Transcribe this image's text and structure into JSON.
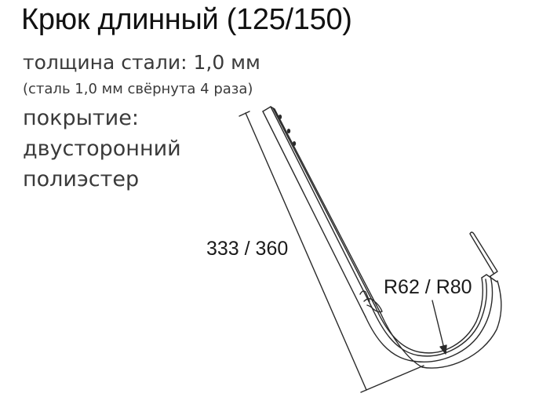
{
  "product": {
    "title": "Крюк длинный (125/150)"
  },
  "specs": {
    "thickness": "толщина стали: 1,0 мм",
    "thickness_note": "(сталь 1,0 мм свёрнута 4 раза)",
    "coating_label": "покрытие:",
    "coating_line1": "двусторонний",
    "coating_line2": "полиэстер"
  },
  "dimensions": {
    "length": "333 / 360",
    "radius": "R62 / R80"
  },
  "colors": {
    "line": "#2a2a2a",
    "title_text": "#111111",
    "spec_text": "#3a3a3a"
  }
}
